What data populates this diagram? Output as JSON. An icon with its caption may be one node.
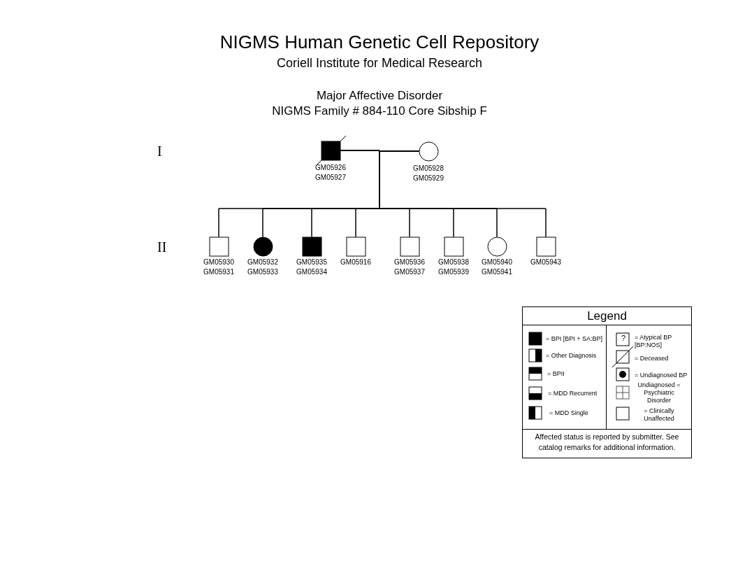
{
  "diagram": {
    "title": "NIGMS Human Genetic Cell Repository",
    "nodes": [
      {
        "text": [],
        "shape": "box",
        "beside": [
          "GM05926",
          "GM05927"
        ]
      },
      {
        "text": [],
        "shape": "circle",
        "beside": [
          "GM05928",
          "GM05929"
        ]
      },
      {
        "text": [],
        "shape": "box",
        "beside": [
          "GM05930",
          "GM05931"
        ]
      },
      {
        "text": [],
        "shape": "circle",
        "beside": [
          "GM05932",
          "GM05933"
        ]
      },
      {
        "text": [],
        "shape": "box",
        "beside": [
          "GM05935",
          "GM05934"
        ]
      },
      {
        "text": [],
        "shape": "box",
        "beside": [
          "GM05916"
        ]
      },
      {
        "text": [],
        "shape": "box",
        "beside": [
          "GM05936",
          "GM05937"
        ]
      },
      {
        "text": [],
        "shape": "box",
        "beside": [
          "GM05938",
          "GM05939"
        ]
      },
      {
        "text": [],
        "shape": "circle",
        "beside": [
          "GM05940",
          "GM05941"
        ]
      },
      {
        "text": [],
        "shape": "box",
        "beside": [
          "GM05943"
        ]
      }
    ],
    "edges": [
      {
        "from": 0,
        "to": 1,
        "arrow": "none"
      },
      {
        "from": 0,
        "to": 2,
        "arrow": "none"
      },
      {
        "from": 0,
        "to": 3,
        "arrow": "none"
      },
      {
        "from": 0,
        "to": 4,
        "arrow": "none"
      },
      {
        "from": 0,
        "to": 5,
        "arrow": "none"
      },
      {
        "from": 0,
        "to": 6,
        "arrow": "none"
      },
      {
        "from": 0,
        "to": 7,
        "arrow": "none"
      },
      {
        "from": 0,
        "to": 8,
        "arrow": "none"
      },
      {
        "from": 0,
        "to": 9,
        "arrow": "none"
      },
      {
        "from": 1,
        "to": 2,
        "arrow": "none"
      },
      {
        "from": 1,
        "to": 3,
        "arrow": "none"
      },
      {
        "from": 1,
        "to": 4,
        "arrow": "none"
      },
      {
        "from": 1,
        "to": 5,
        "arrow": "none"
      },
      {
        "from": 1,
        "to": 6,
        "arrow": "none"
      },
      {
        "from": 1,
        "to": 7,
        "arrow": "none"
      },
      {
        "from": 1,
        "to": 8,
        "arrow": "none"
      },
      {
        "from": 1,
        "to": 9,
        "arrow": "none"
      }
    ],
    "labels": [
      "Coriell Institute for Medical Research",
      "Major Affective Disorder",
      "NIGMS Family # 884-110 Core Sibship F",
      "I",
      "II",
      "Legend",
      "?",
      "Affected status is reported by submitter. See catalog remarks for additional information."
    ],
    "legend": [
      {
        "text": "= BPI [BPI + SA:BP]"
      },
      {
        "text": "= Other Diagnosis"
      },
      {
        "text": "= BPII"
      },
      {
        "text": "= MDD Recurrent"
      },
      {
        "text": "= MDD Single"
      },
      {
        "text": "= Atypical BP [BP:NOS]"
      },
      {
        "text": "= Deceased"
      },
      {
        "text": "= Undiagnosed BP"
      },
      {
        "text": "Undiagnosed = Psychiatric Disorder"
      },
      {
        "text": "= Clinically Unaffected"
      }
    ]
  }
}
